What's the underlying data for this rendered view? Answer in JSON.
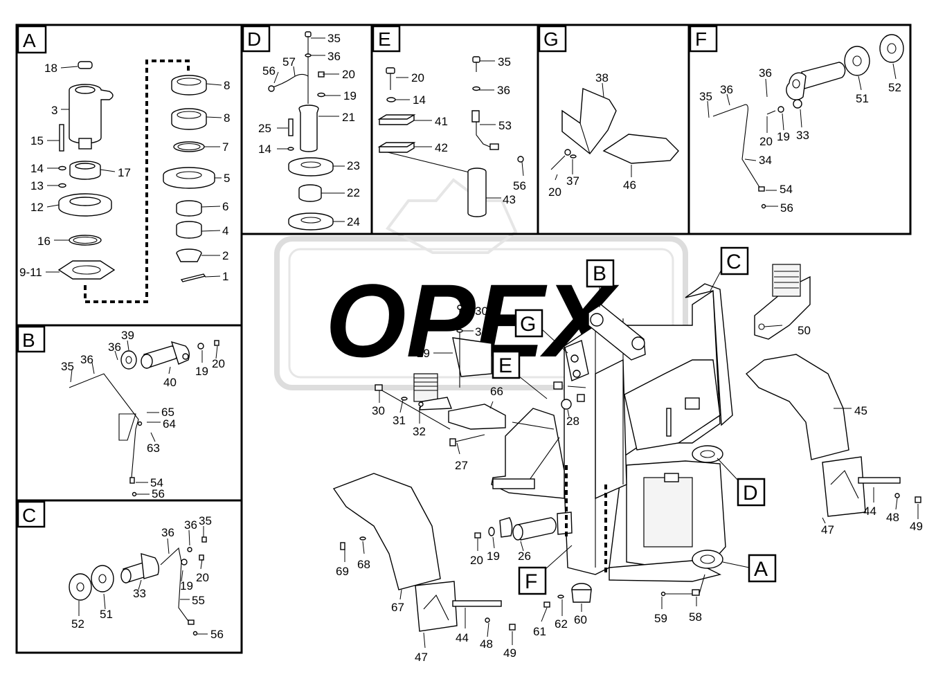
{
  "panels": {
    "A": {
      "label": "A",
      "parts": [
        "18",
        "3",
        "15",
        "14",
        "13",
        "12",
        "16",
        "9-11",
        "17",
        "8",
        "8",
        "7",
        "5",
        "6",
        "4",
        "2",
        "1"
      ]
    },
    "D": {
      "label": "D",
      "parts": [
        "35",
        "36",
        "56",
        "57",
        "20",
        "19",
        "21",
        "25",
        "14",
        "23",
        "22",
        "24"
      ]
    },
    "E": {
      "label": "E",
      "parts": [
        "20",
        "14",
        "41",
        "42",
        "35",
        "36",
        "53",
        "56",
        "43"
      ]
    },
    "G": {
      "label": "G",
      "parts": [
        "38",
        "20",
        "37",
        "46"
      ]
    },
    "F": {
      "label": "F",
      "parts": [
        "36",
        "35",
        "36",
        "51",
        "52",
        "20",
        "19",
        "33",
        "34",
        "54",
        "56"
      ]
    },
    "B": {
      "label": "B",
      "parts": [
        "39",
        "36",
        "35",
        "36",
        "40",
        "19",
        "20",
        "65",
        "64",
        "63",
        "54",
        "56"
      ]
    },
    "C": {
      "label": "C",
      "parts": [
        "36",
        "35",
        "36",
        "20",
        "33",
        "19",
        "55",
        "52",
        "51",
        "56"
      ]
    }
  },
  "main": {
    "parts": [
      "30",
      "31",
      "29",
      "66",
      "30",
      "31",
      "32",
      "28",
      "27",
      "50",
      "45",
      "47",
      "44",
      "48",
      "49",
      "20",
      "19",
      "26",
      "69",
      "68",
      "67",
      "47",
      "44",
      "48",
      "49",
      "61",
      "62",
      "60",
      "59",
      "58"
    ],
    "callouts": [
      "B",
      "C",
      "G",
      "E",
      "D",
      "A",
      "F"
    ]
  },
  "watermark": {
    "text": "OPEX"
  }
}
